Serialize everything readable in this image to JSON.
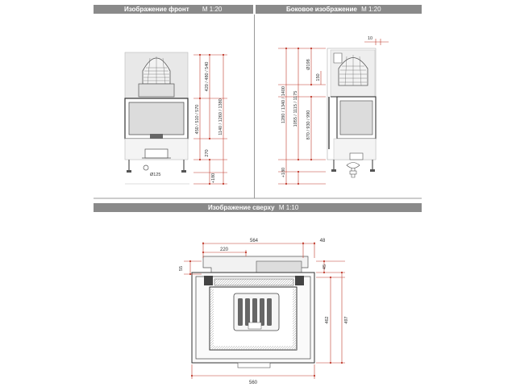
{
  "headers": {
    "front": {
      "title": "Изображение фронт",
      "scale": "M 1:20"
    },
    "side": {
      "title": "Боковое изображение",
      "scale": "M 1:20"
    },
    "top": {
      "title": "Изображение сверху",
      "scale": "M 1:10"
    }
  },
  "front_view": {
    "dims": {
      "right_outer": "1140 / 1260 / 1380",
      "right_upper": "420 / 480 / 540",
      "right_mid": "450 / 510 / 570",
      "right_low": "270",
      "bottom": "+180",
      "flue": "Ø125"
    }
  },
  "side_view": {
    "dims": {
      "top_offset": "10",
      "outer": "1280 / 1340 / 1400",
      "mid": "1055 / 1115 / 1175",
      "low": "870 / 930 / 990",
      "top_small": "Ø198",
      "small": "150",
      "bottom": "+180"
    }
  },
  "top_view": {
    "dims": {
      "width_inner": "564",
      "left_offset": "220",
      "right_small": "48",
      "left_depth": "55",
      "right_top": "45",
      "depth_inner": "462",
      "depth_outer": "497",
      "width_outer": "560"
    }
  },
  "colors": {
    "header_bg": "#8a8a8a",
    "dim_line": "#c0392b",
    "outline": "#333333",
    "glass": "#dcdcdc"
  }
}
